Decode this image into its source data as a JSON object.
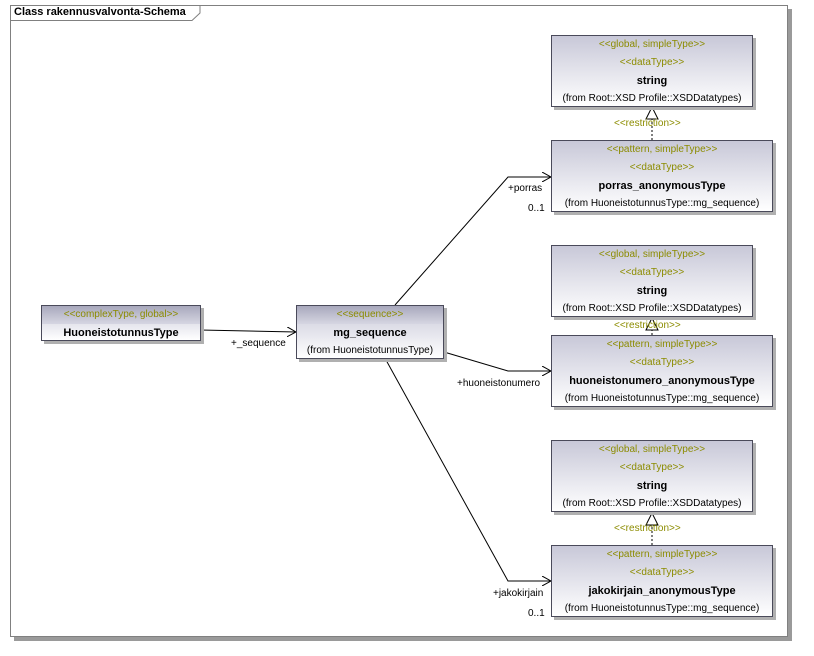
{
  "diagram_title": "Class rakennusvalvonta-Schema",
  "classes": {
    "huoneistotunnus": {
      "stereotype": "<<complexType, global>>",
      "name": "HuoneistotunnusType"
    },
    "mg_sequence": {
      "stereotype": "<<sequence>>",
      "name": "mg_sequence",
      "from": "(from HuoneistotunnusType)"
    },
    "string1": {
      "stereotype1": "<<global, simpleType>>",
      "stereotype2": "<<dataType>>",
      "name": "string",
      "from": "(from Root::XSD Profile::XSDDatatypes)"
    },
    "porras": {
      "stereotype1": "<<pattern, simpleType>>",
      "stereotype2": "<<dataType>>",
      "name": "porras_anonymousType",
      "from": "(from HuoneistotunnusType::mg_sequence)"
    },
    "string2": {
      "stereotype1": "<<global, simpleType>>",
      "stereotype2": "<<dataType>>",
      "name": "string",
      "from": "(from Root::XSD Profile::XSDDatatypes)"
    },
    "huoneistonumero": {
      "stereotype1": "<<pattern, simpleType>>",
      "stereotype2": "<<dataType>>",
      "name": "huoneistonumero_anonymousType",
      "from": "(from HuoneistotunnusType::mg_sequence)"
    },
    "string3": {
      "stereotype1": "<<global, simpleType>>",
      "stereotype2": "<<dataType>>",
      "name": "string",
      "from": "(from Root::XSD Profile::XSDDatatypes)"
    },
    "jakokirjain": {
      "stereotype1": "<<pattern, simpleType>>",
      "stereotype2": "<<dataType>>",
      "name": "jakokirjain_anonymousType",
      "from": "(from HuoneistotunnusType::mg_sequence)"
    }
  },
  "labels": {
    "sequence_role": "+_sequence",
    "porras_role": "+porras",
    "porras_mult": "0..1",
    "huoneistonumero_role": "+huoneistonumero",
    "jakokirjain_role": "+jakokirjain",
    "jakokirjain_mult": "0..1",
    "restriction1": "<<restriction>>",
    "restriction2": "<<restriction>>",
    "restriction3": "<<restriction>>"
  }
}
